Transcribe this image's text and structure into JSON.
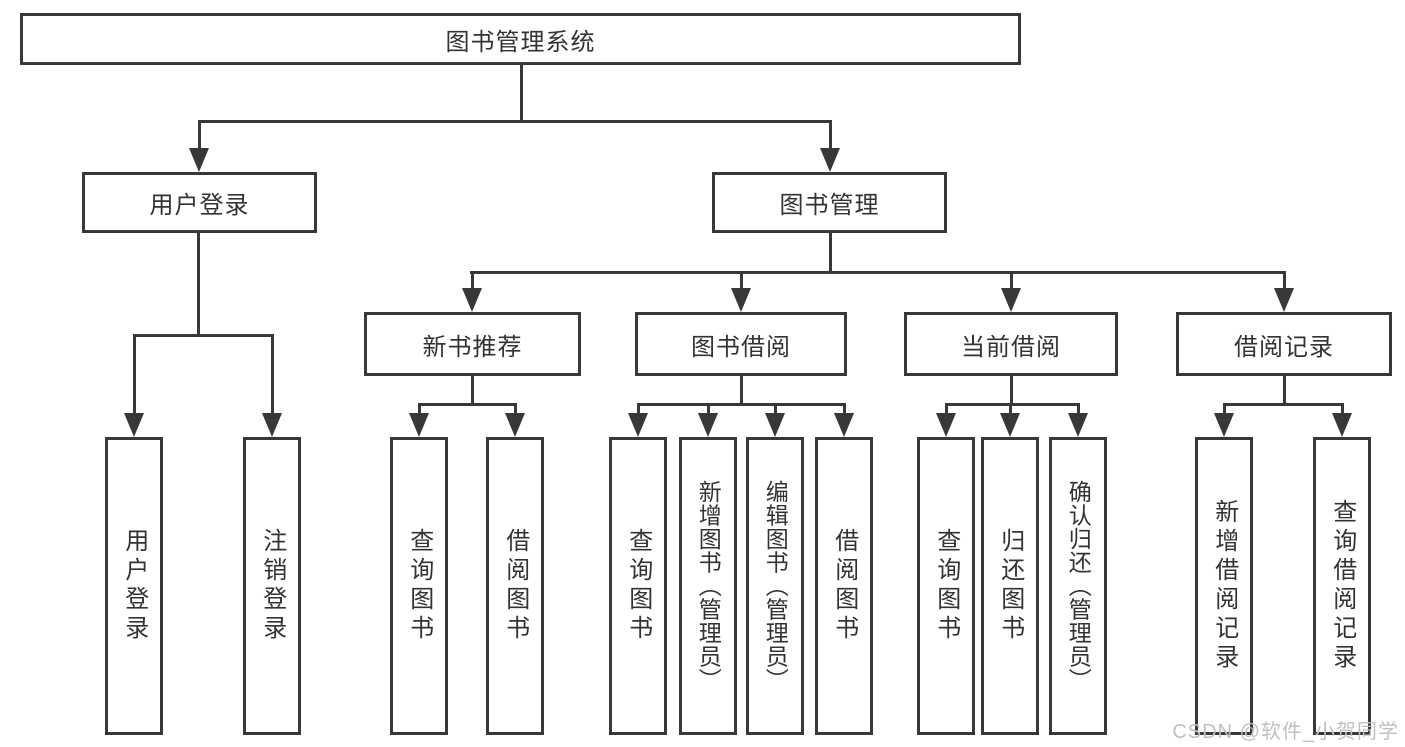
{
  "tree": {
    "root": {
      "label": "图书管理系统"
    },
    "branches": [
      {
        "label": "用户登录",
        "children": [
          {
            "label": "用户登录"
          },
          {
            "label": "注销登录"
          }
        ]
      },
      {
        "label": "图书管理",
        "children": [
          {
            "label": "新书推荐",
            "children": [
              {
                "label": "查询图书"
              },
              {
                "label": "借阅图书"
              }
            ]
          },
          {
            "label": "图书借阅",
            "children": [
              {
                "label": "查询图书"
              },
              {
                "label": "新增图书（管理员）"
              },
              {
                "label": "编辑图书（管理员）"
              },
              {
                "label": "借阅图书"
              }
            ]
          },
          {
            "label": "当前借阅",
            "children": [
              {
                "label": "查询图书"
              },
              {
                "label": "归还图书"
              },
              {
                "label": "确认归还（管理员）"
              }
            ]
          },
          {
            "label": "借阅记录",
            "children": [
              {
                "label": "新增借阅记录"
              },
              {
                "label": "查询借阅记录"
              }
            ]
          }
        ]
      }
    ]
  },
  "watermark": "CSDN @软件_小贺同学",
  "colors": {
    "line": "#383838",
    "box_background": "#ffffff",
    "watermark": "#c0c0c0"
  }
}
